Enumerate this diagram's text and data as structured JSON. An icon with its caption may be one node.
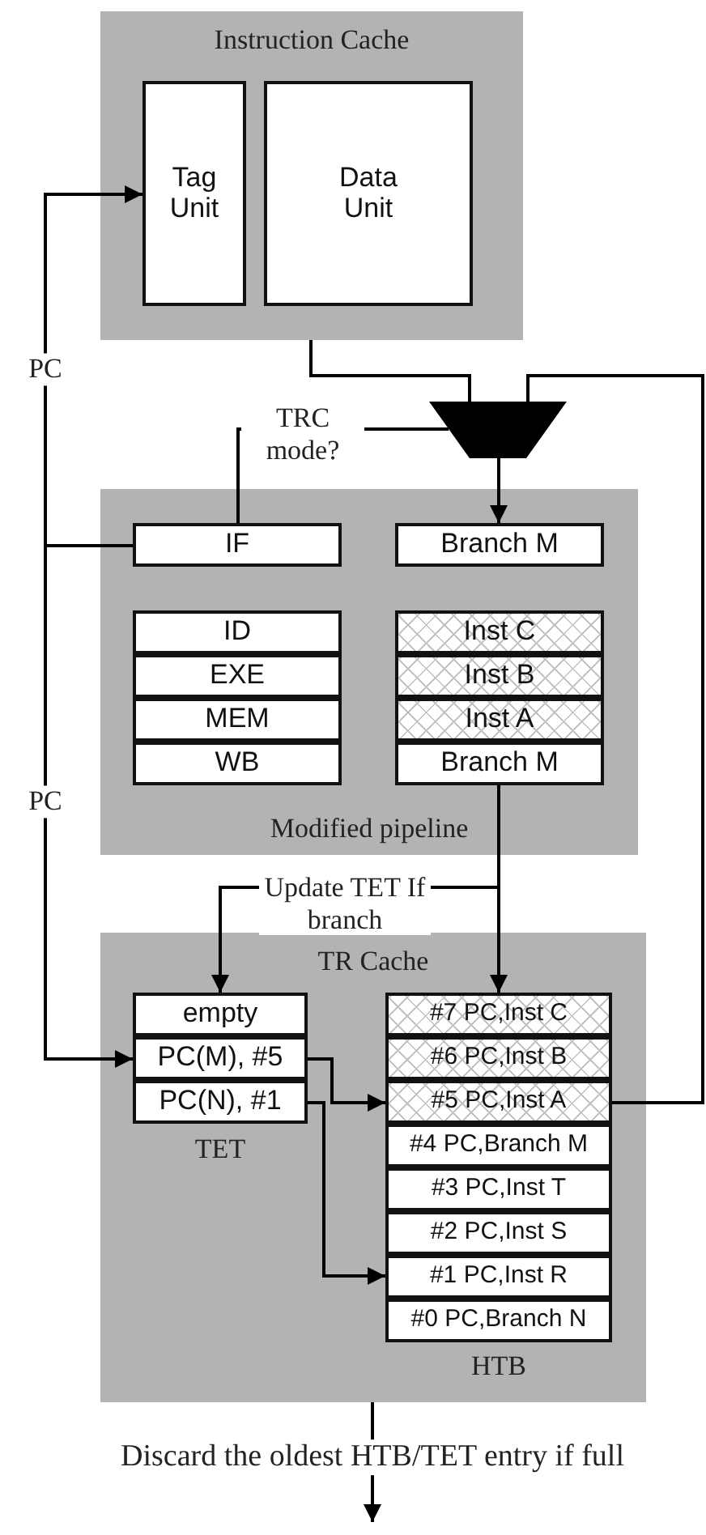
{
  "diagram": {
    "nodes": [
      {
        "text": [
          "Instruction Cache"
        ]
      },
      {
        "text": [
          "Tag Unit"
        ],
        "in": 0
      },
      {
        "text": [
          "Data Unit"
        ],
        "in": 0
      },
      {
        "text": [],
        "shape": "trapezoid"
      },
      {
        "text": [
          "Modified pipeline"
        ]
      },
      {
        "text": [
          "IF"
        ],
        "in": 4
      },
      {
        "text": [
          "Branch M"
        ],
        "in": 4
      },
      {
        "text": [
          "ID"
        ],
        "in": 4
      },
      {
        "text": [
          "EXE"
        ],
        "in": 4
      },
      {
        "text": [
          "MEM"
        ],
        "in": 4
      },
      {
        "text": [
          "WB"
        ],
        "in": 4
      },
      {
        "text": [
          "Inst C"
        ],
        "in": 4
      },
      {
        "text": [
          "Inst B"
        ],
        "in": 4
      },
      {
        "text": [
          "Inst A"
        ],
        "in": 4
      },
      {
        "text": [
          "Branch M"
        ],
        "in": 4
      },
      {
        "text": [
          "TR Cache"
        ]
      },
      {
        "text": [
          "empty"
        ],
        "in": 15
      },
      {
        "text": [
          "PC(M), #5"
        ],
        "in": 15
      },
      {
        "text": [
          "PC(N), #1"
        ],
        "in": 15
      },
      {
        "text": [
          "#7 PC,Inst C"
        ],
        "in": 15
      },
      {
        "text": [
          "#6 PC,Inst B"
        ],
        "in": 15
      },
      {
        "text": [
          "#5 PC,Inst A"
        ],
        "in": 15
      },
      {
        "text": [
          "#4 PC,Branch M"
        ],
        "in": 15
      },
      {
        "text": [
          "#3 PC,Inst T"
        ],
        "in": 15
      },
      {
        "text": [
          "#2 PC,Inst S"
        ],
        "in": 15
      },
      {
        "text": [
          "#1 PC,Inst R"
        ],
        "in": 15
      },
      {
        "text": [
          "#0 PC,Branch N"
        ],
        "in": 15
      }
    ],
    "edges": [
      {
        "from": 5,
        "to": 1,
        "arrow": "to",
        "label": "PC"
      },
      {
        "from": 5,
        "to": 17,
        "arrow": "to",
        "label": "PC"
      },
      {
        "from": 0,
        "to": 3,
        "arrow": "none"
      },
      {
        "from": 5,
        "to": 3,
        "arrow": "none",
        "label": "TRC mode?"
      },
      {
        "from": 21,
        "to": 3,
        "arrow": "none"
      },
      {
        "from": 3,
        "to": 6,
        "arrow": "to"
      },
      {
        "from": 14,
        "to": 19,
        "arrow": "to"
      },
      {
        "from": 14,
        "to": 16,
        "arrow": "to",
        "label": "Update TET If branch"
      },
      {
        "from": 17,
        "to": 21,
        "arrow": "to"
      },
      {
        "from": 18,
        "to": 25,
        "arrow": "to"
      },
      {
        "from": 15,
        "to": null,
        "arrow": "to",
        "label": "Discard the oldest HTB/TET entry if full"
      }
    ],
    "labels": [
      "TET",
      "HTB"
    ]
  }
}
